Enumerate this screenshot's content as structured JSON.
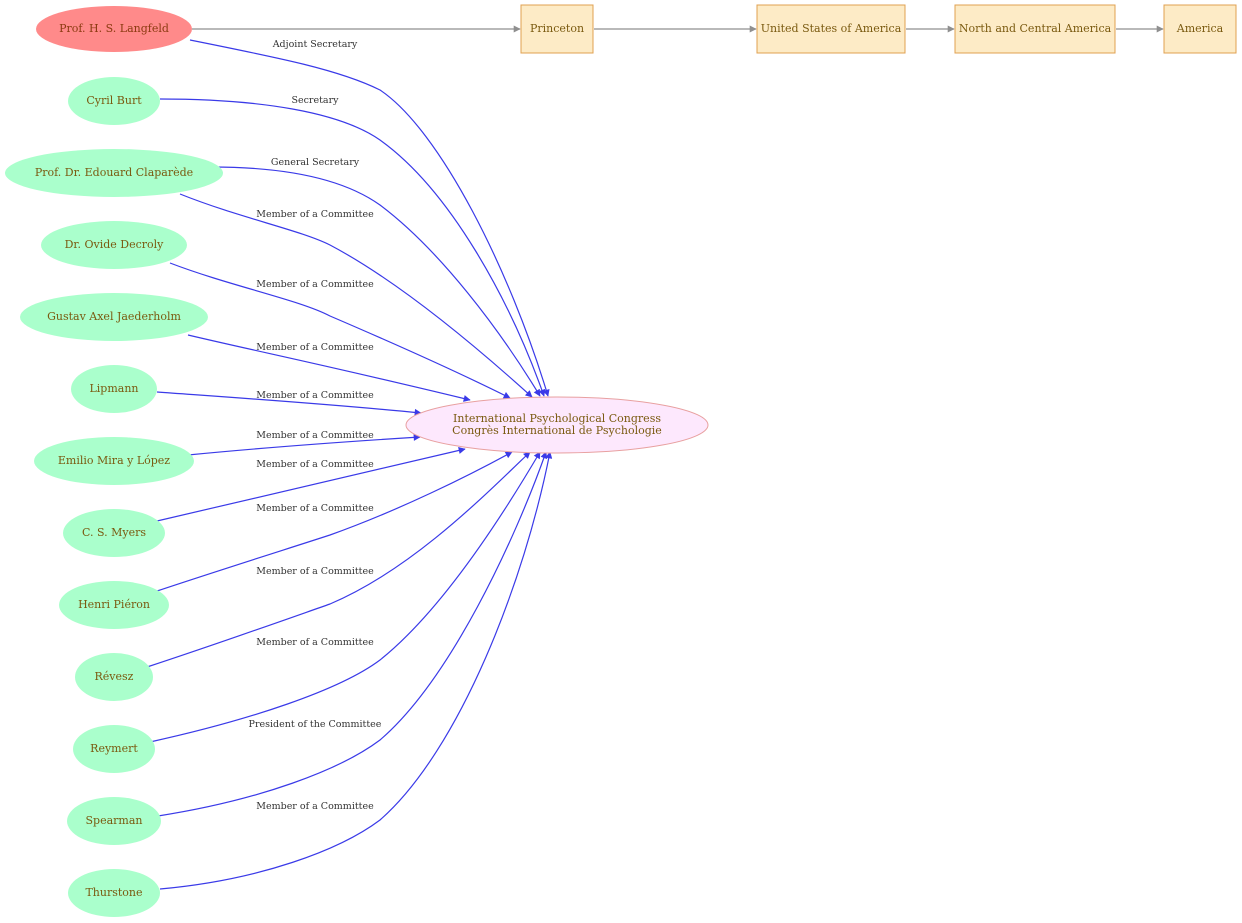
{
  "colors": {
    "person_fill": "#aaffcc",
    "highlight_person_fill": "#ff8a8a",
    "highlight_person_text": "#8b3a10",
    "congress_fill": "#fde8fd",
    "congress_stroke": "#e8a0a0",
    "place_fill": "#fdebc6",
    "place_stroke": "#e0a050",
    "text": "#7a5a10",
    "edge_blue": "#3a3ae8",
    "edge_gray": "#8f8f8f"
  },
  "highlight_person": "Prof. H. S. Langfeld",
  "congress": {
    "line1": "International Psychological Congress",
    "line2": "Congrès International de Psychologie"
  },
  "places": [
    "Princeton",
    "United States of America",
    "North and Central America",
    "America"
  ],
  "people": [
    "Cyril Burt",
    "Prof. Dr. Edouard Claparède",
    "Dr. Ovide Decroly",
    "Gustav Axel Jaederholm",
    "Lipmann",
    "Emilio Mira y López",
    "C. S. Myers",
    "Henri Piéron",
    "Révesz",
    "Reymert",
    "Spearman",
    "Thurstone"
  ],
  "roles": {
    "langfeld": "Adjoint Secretary",
    "burt": "Secretary",
    "claparede_1": "General Secretary",
    "claparede_2": "Member of a Committee",
    "decroly": "Member of a Committee",
    "jaederholm": "Member of a Committee",
    "lipmann": "Member of a Committee",
    "mira": "Member of a Committee",
    "myers": "Member of a Committee",
    "pieron": "Member of a Committee",
    "revesz": "Member of a Committee",
    "reymert": "Member of a Committee",
    "spearman": "President of the Committee",
    "thurstone": "Member of a Committee"
  }
}
